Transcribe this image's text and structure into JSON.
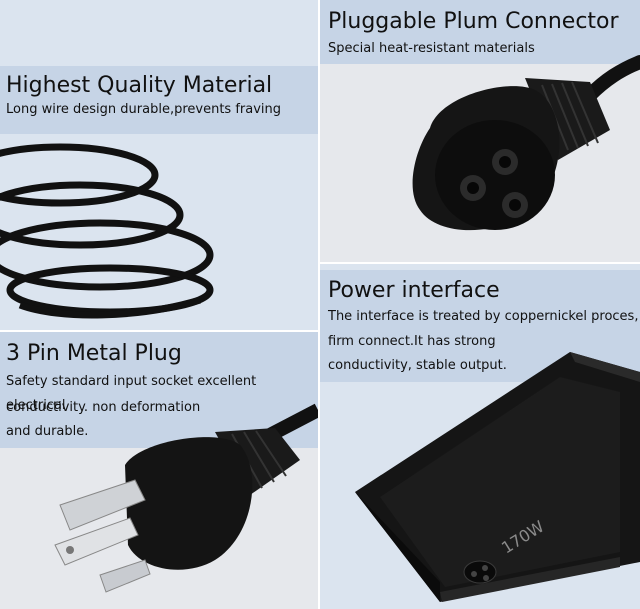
{
  "panels": {
    "connector": {
      "title": "Pluggable Plum Connector",
      "subtitle": "Special heat-resistant materials"
    },
    "material": {
      "title": "Highest Quality Material",
      "subtitle": "Long wire design durable,prevents fraving"
    },
    "plug": {
      "title": "3 Pin Metal Plug",
      "lines": [
        "Safety standard input socket excellent electrical",
        "conductivity. non deformation",
        "and durable."
      ]
    },
    "interface": {
      "title": "Power interface",
      "lines": [
        "The interface is treated by coppernickel proces,",
        "firm connect.It has strong",
        "conductivity, stable output."
      ],
      "adapter_label": "170W"
    }
  },
  "colors": {
    "panel_blue": "#dbe4ef",
    "panel_grey": "#e6e8ec",
    "cable_black": "#111111"
  }
}
